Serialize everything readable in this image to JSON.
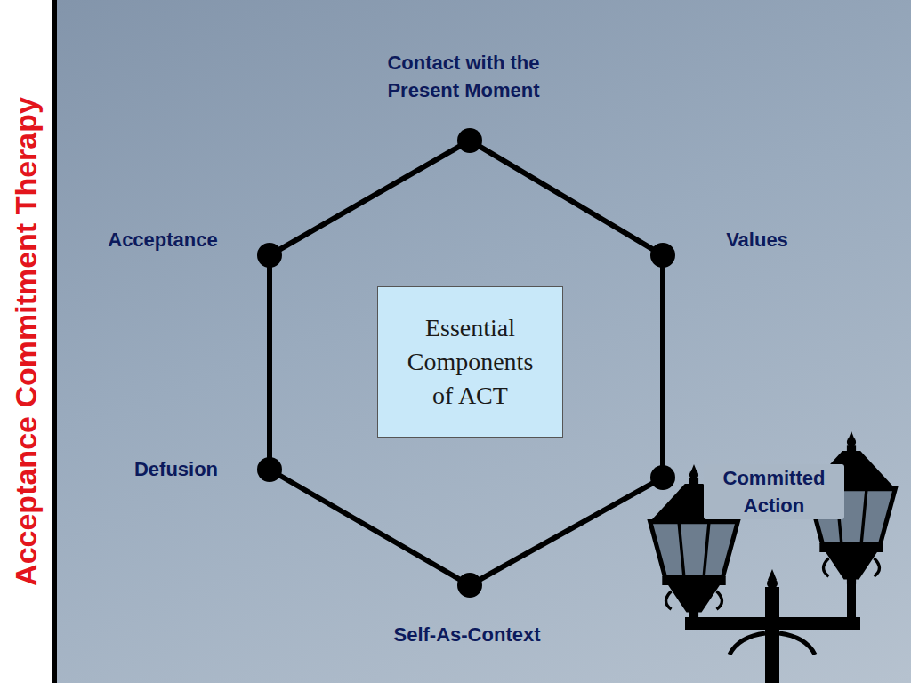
{
  "diagram": {
    "title": "Acceptance Commitment Therapy",
    "nodes": [
      {
        "text": [
          "Contact with the Present Moment"
        ]
      },
      {
        "text": [
          "Acceptance"
        ]
      },
      {
        "text": [
          "Values"
        ]
      },
      {
        "text": [
          "Essential Components of ACT"
        ]
      },
      {
        "text": [
          "Defusion"
        ]
      },
      {
        "text": [
          "Committed Action"
        ]
      },
      {
        "text": [
          "Self-As-Context"
        ]
      }
    ],
    "edges": [
      {
        "from": 0,
        "to": 2,
        "arrow": "none"
      },
      {
        "from": 2,
        "to": 5,
        "arrow": "none"
      },
      {
        "from": 5,
        "to": 6,
        "arrow": "none"
      },
      {
        "from": 6,
        "to": 4,
        "arrow": "none"
      },
      {
        "from": 4,
        "to": 1,
        "arrow": "none"
      },
      {
        "from": 1,
        "to": 0,
        "arrow": "none"
      }
    ]
  }
}
